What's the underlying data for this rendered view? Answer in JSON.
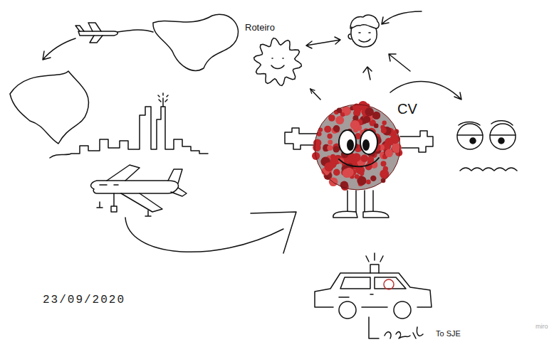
{
  "diagram": {
    "nodes": [
      {
        "text": [
          "Roteiro"
        ]
      },
      {
        "text": [
          "CV"
        ]
      }
    ],
    "edges": [
      {
        "from": 1,
        "to": 0,
        "arrow": "to"
      }
    ],
    "labels": [
      "23/09/2020",
      "To SJE",
      "miro"
    ]
  }
}
